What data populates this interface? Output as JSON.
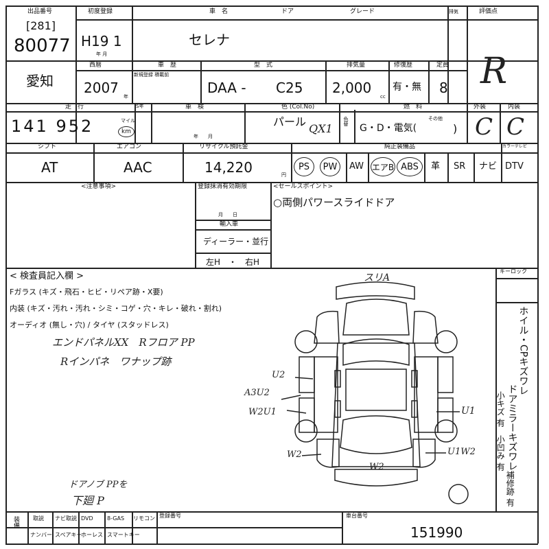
{
  "header": {
    "lot_label": "出品番号",
    "lane_code": "[281]",
    "lot_number": "80077",
    "first_reg_label": "初度登録",
    "first_reg_value": "H19 1",
    "month_small": "年 月",
    "car_name_label": "車　名",
    "car_name": "セレナ",
    "door_label": "ドア",
    "grade_label": "グレード",
    "displacement_label": "排気",
    "score_label": "評価点",
    "score": "R"
  },
  "row2": {
    "region": "愛知",
    "year_label": "西暦",
    "year": "2007",
    "year_unit": "年",
    "inspection_label": "車　歴",
    "inspection_sub": "新規登録 積載前",
    "model_label": "型　式",
    "model_prefix": "DAA -",
    "model_code": "C25",
    "cc_label": "排気量",
    "cc": "2,000",
    "cc_unit": "cc",
    "vehicle_inspect_label": "修復歴",
    "repair": "有・無",
    "seats_label": "定員",
    "seats": "8"
  },
  "row3": {
    "mileage_label": "走　行",
    "mileage": "141 952",
    "mileage_unit_km": "km",
    "mileage_unit_mile": "マイル",
    "s_label": "S年",
    "shaken_label": "車　検",
    "shaken_units": "年　　月",
    "color_label": "色 (Col.No)",
    "color": "パール",
    "color_code": "QX1",
    "color_side": "色替",
    "fuel_label": "燃　料",
    "fuel": "G・D・電気(",
    "fuel_other": "その他",
    "fuel_close": ")",
    "exterior_label": "外装",
    "exterior": "C",
    "interior_label": "内装",
    "interior": "C"
  },
  "row4": {
    "shift_label": "シフト",
    "shift": "AT",
    "aircon_label": "エアコン",
    "aircon": "AAC",
    "recycle_label": "リサイクル預託金",
    "recycle": "14,220",
    "recycle_unit": "円",
    "equipment_label": "純正装備品",
    "equipment": [
      "PS",
      "PW",
      "AW",
      "エアB",
      "ABS",
      "革",
      "SR",
      "ナビ",
      "DTV"
    ],
    "circled_equipment": [
      "PS",
      "PW",
      "エアB",
      "ABS"
    ],
    "smartkey_label": "カラーテレビ"
  },
  "notes": {
    "caution_label": "<注意事項>",
    "reg_period_label": "登録抹消有効期限",
    "reg_period_units": "月　　日",
    "import_label": "輸入車",
    "dealer": "ディーラー・並行",
    "handle": "左H　・　右H",
    "sales_label": "<セールスポイント>",
    "sales_point": "○両側パワースライドドア"
  },
  "inspector": {
    "title": "< 検査員記入欄 >",
    "line1": "Fガラス (キズ・飛石・ヒビ・リペア跡・X要)",
    "line2": "内装 (キズ・汚れ・汚れ・シミ・コゲ・穴・キレ・破れ・割れ)",
    "line3": "オーディオ (無し・穴) / タイヤ (スタッドレス)",
    "hand1": "エンドパネルXX　Rフロア PP",
    "hand2": "Rインパネ　ワナップ跡",
    "hand3": "ドアノブ PPを",
    "hand4": "下廻 P",
    "keylock_label": "キーロック",
    "side_note1": "ホイル・CPキズワレ",
    "side_note2": "ドアミラーキズワレ",
    "side_note3": "小キズ 有",
    "side_note4": "小凹み 有",
    "side_note5": "補修跡 有"
  },
  "diagram": {
    "marks": [
      "スリA",
      "U2",
      "A3U2",
      "W2U1",
      "U1",
      "W2",
      "W2",
      "U1W2"
    ]
  },
  "footer": {
    "col1": "装備",
    "items_top": [
      "取説",
      "ナビ取説",
      "DVD",
      "リモコン",
      "8-GAS"
    ],
    "items_bottom": [
      "ナンバー",
      "スペアキー",
      "ホーレス",
      "スマートキー"
    ],
    "reg_number_label": "登録番号",
    "chassis_label": "車台番号",
    "chassis": "151990"
  }
}
